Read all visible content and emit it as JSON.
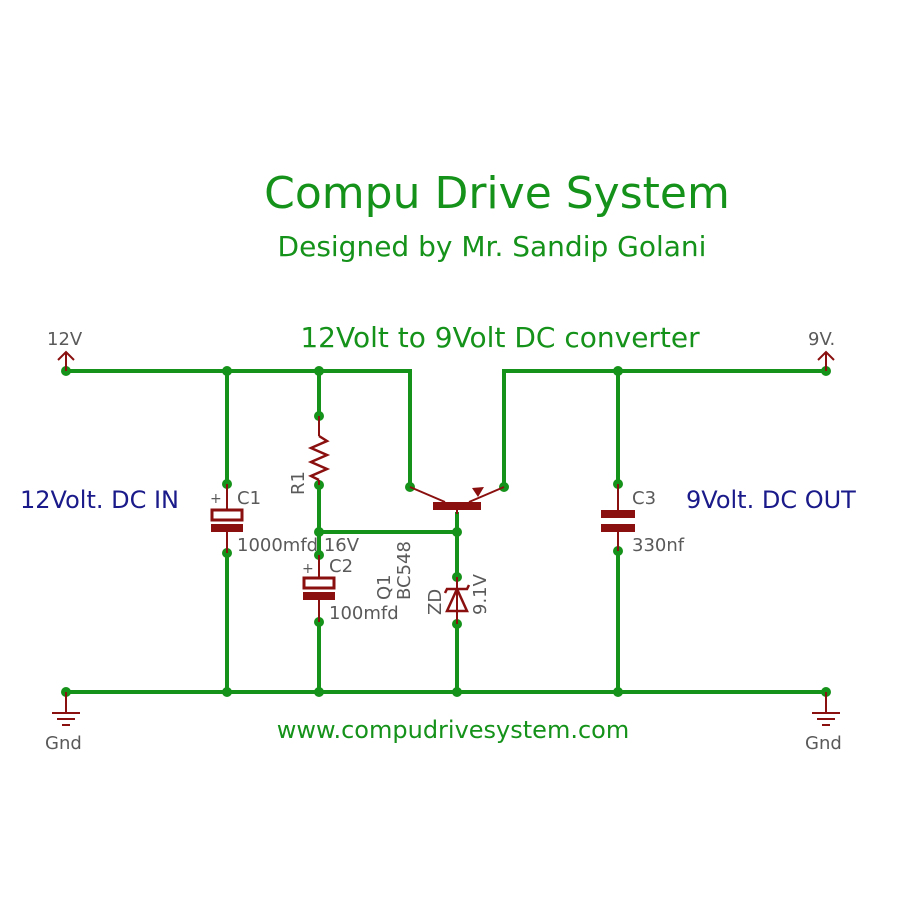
{
  "title": "Compu Drive System",
  "subtitle": "Designed by Mr. Sandip Golani",
  "heading": "12Volt to 9Volt DC converter",
  "website": "www.compudrivesystem.com",
  "input_label": "12Volt. DC IN",
  "output_label": "9Volt. DC OUT",
  "supply_in": "12V",
  "supply_out": "9V.",
  "ground_left": "Gnd",
  "ground_right": "Gnd",
  "components": {
    "c1": {
      "ref": "C1",
      "value": "1000mfd 16V",
      "polarity": "+"
    },
    "c2": {
      "ref": "C2",
      "value": "100mfd",
      "polarity": "+"
    },
    "c3": {
      "ref": "C3",
      "value": "330nf"
    },
    "r1": {
      "ref": "R1"
    },
    "q1": {
      "ref": "Q1",
      "value": "BC548"
    },
    "zd": {
      "ref": "ZD",
      "value": "9.1V"
    }
  },
  "colors": {
    "wire": "#15921a",
    "component": "#8a0f0f",
    "title_text": "#15921a",
    "side_label_text": "#1a1a8a",
    "part_label_text": "#5a5a5a"
  }
}
